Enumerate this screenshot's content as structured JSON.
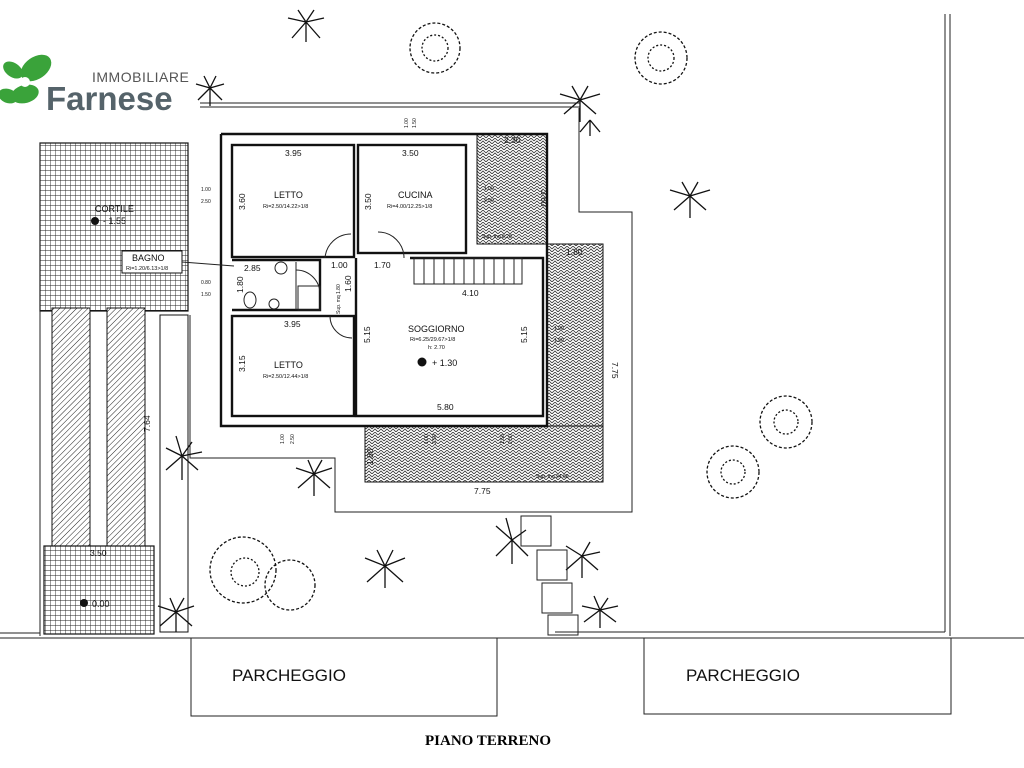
{
  "logo": {
    "line1": "IMMOBILIARE",
    "line2": "Farnese",
    "leaf_color": "#3aa33a"
  },
  "title": "PIANO TERRENO",
  "rooms": {
    "letto1": {
      "name": "LETTO",
      "info": "Ri=2.50/14.22>1/8",
      "w": "3.95",
      "h": "3.60"
    },
    "cucina": {
      "name": "CUCINA",
      "info": "Ri=4.00/12.25>1/8",
      "w": "3.50",
      "h": "3.50"
    },
    "bagno": {
      "name": "BAGNO",
      "info": "Ri=1.20/6.13>1/8",
      "w": "2.85",
      "h": "1.80"
    },
    "letto2": {
      "name": "LETTO",
      "info": "Ri=2.50/12.44>1/8",
      "w": "3.95",
      "h": "3.15"
    },
    "soggiorno": {
      "name": "SOGGIORNO",
      "info": "Ri=6.25/29.67>1/8",
      "height": "h: 2.70",
      "level": "+ 1.30",
      "w": "5.80",
      "h": "5.15",
      "h2": "5.15"
    },
    "disimpegno": {
      "sup": "Sup. mq 1.80",
      "w": "1.00",
      "h": "1.60"
    }
  },
  "outdoor": {
    "cortile": "CORTILE",
    "cortile_level": "- 1.55",
    "level_zero": "0.00",
    "lower_width": "3.50",
    "side_length": "7.64",
    "portico_top_w": "2.30",
    "portico_top_h": "3.60",
    "portico_top_sup": "Sup. mq 8.28",
    "portico_right_w": "1.80",
    "portico_right_h": "7.75",
    "portico_bottom_w": "7.75",
    "portico_bottom_h": "1.80",
    "portico_bottom_sup": "Sup. mq 24.66",
    "stair_w": "1.70",
    "stair_len": "4.10"
  },
  "windows": {
    "w_top": [
      "1.00",
      "1.50"
    ],
    "w_left1": [
      "1.00",
      "2.50"
    ],
    "w_left2": [
      "0.80",
      "1.50"
    ],
    "w_cucina": [
      "1.00",
      "2.50"
    ],
    "w_sogg": [
      "1.00",
      "1.50"
    ],
    "w_bottom": [
      "1.00",
      "2.50"
    ],
    "w_bottom2": [
      "1.00",
      "2.50"
    ],
    "w_bottom3": [
      "1.50",
      "2.50"
    ]
  },
  "parking": {
    "left": "PARCHEGGIO",
    "right": "PARCHEGGIO"
  }
}
